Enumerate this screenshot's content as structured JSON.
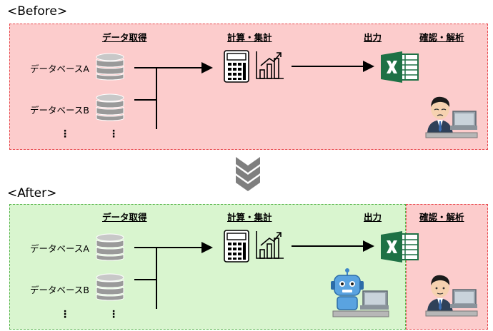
{
  "before": {
    "title": "<Before>",
    "headers": {
      "data_acquisition": "データ取得",
      "calc": "計算・集計",
      "output": "出力",
      "review": "確認・解析"
    },
    "databases": [
      "データベースA",
      "データベースB"
    ],
    "ellipsis": "⋮"
  },
  "after": {
    "title": "<After>",
    "headers": {
      "data_acquisition": "データ取得",
      "calc": "計算・集計",
      "output": "出力",
      "review": "確認・解析"
    },
    "databases": [
      "データベースA",
      "データベースB"
    ],
    "ellipsis": "⋮"
  },
  "colors": {
    "before_bg": "#fccccc",
    "after_bg": "#d9f5cf",
    "excel_green": "#1e7145",
    "chevron_gray": "#7f7f7f"
  },
  "icons": [
    "database-icon",
    "calculator-icon",
    "chart-icon",
    "excel-icon",
    "person-at-laptop-icon",
    "robot-at-laptop-icon",
    "double-chevron-down-icon"
  ]
}
